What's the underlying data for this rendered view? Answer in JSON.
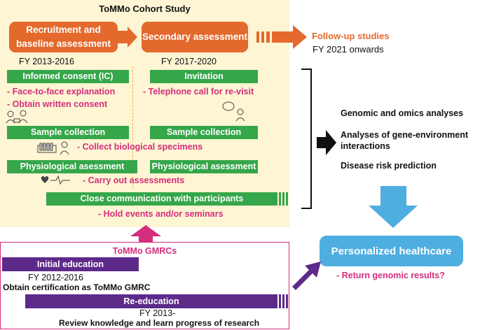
{
  "study": {
    "title": "ToMMo Cohort Study",
    "phase1": {
      "label": "Recruitment and baseline assessment",
      "period": "FY 2013-2016"
    },
    "phase2": {
      "label": "Secondary assessment",
      "period": "FY 2017-2020"
    },
    "followup": {
      "label": "Follow-up studies",
      "period": "FY 2021 onwards"
    }
  },
  "steps_left": {
    "consent": {
      "label": "Informed consent (IC)",
      "notes": [
        "- Face-to-face explanation",
        "- Obtain written consent"
      ]
    },
    "sample": {
      "label": "Sample collection",
      "note": "- Collect biological specimens"
    },
    "physio": {
      "label": "Physiological asessment",
      "note": "- Carry out assessments"
    }
  },
  "steps_right": {
    "invitation": {
      "label": "Invitation",
      "note": "- Telephone call for re-visit"
    },
    "sample": {
      "label": "Sample collection"
    },
    "physio": {
      "label": "Physiological asessment"
    }
  },
  "communication": {
    "label": "Close communication with participants",
    "note": "- Hold events and/or seminars"
  },
  "analyses": [
    "Genomic and omics analyses",
    "Analyses of gene-environment interactions",
    "Disease risk prediction"
  ],
  "personalized": {
    "label": "Personalized healthcare",
    "note": "- Return genomic results?"
  },
  "gmrc": {
    "title": "ToMMo GMRCs",
    "initial": {
      "label": "Initial education",
      "period": "FY 2012-2016",
      "desc": "Obtain certification as ToMMo GMRC"
    },
    "reeducation": {
      "label": "Re-education",
      "period": "FY 2013-",
      "desc": "Review knowledge and learn progress of research"
    }
  },
  "colors": {
    "orange": "#e4692c",
    "green": "#35a64a",
    "pink": "#d52d7d",
    "purple": "#5d2a8a",
    "blue": "#4eaee0",
    "panel": "#fdf5d3"
  }
}
